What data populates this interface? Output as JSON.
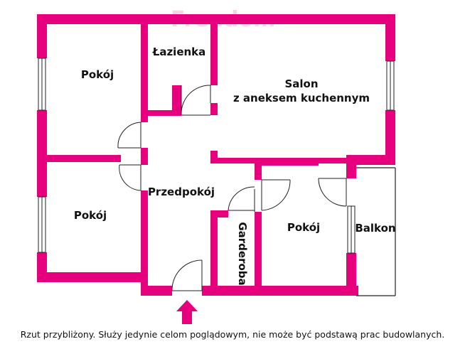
{
  "watermark": "Freedom",
  "rooms": {
    "pokoj_top_left": "Pokój",
    "lazienka": "Łazienka",
    "salon_line1": "Salon",
    "salon_line2": "z aneksem kuchennym",
    "przedpokoj": "Przedpokój",
    "pokoj_bottom_left": "Pokój",
    "garderoba": "Garderoba",
    "pokoj_right": "Pokój",
    "balkon": "Balkon"
  },
  "disclaimer": "Rzut przybliżony. Służy jedynie celom poglądowym, nie może być podstawą prac budowlanych.",
  "colors": {
    "wall": "#e6007e",
    "line": "#222222",
    "watermark": "#f2d6e6"
  },
  "icons": {
    "entrance": "entrance-arrow-icon"
  }
}
